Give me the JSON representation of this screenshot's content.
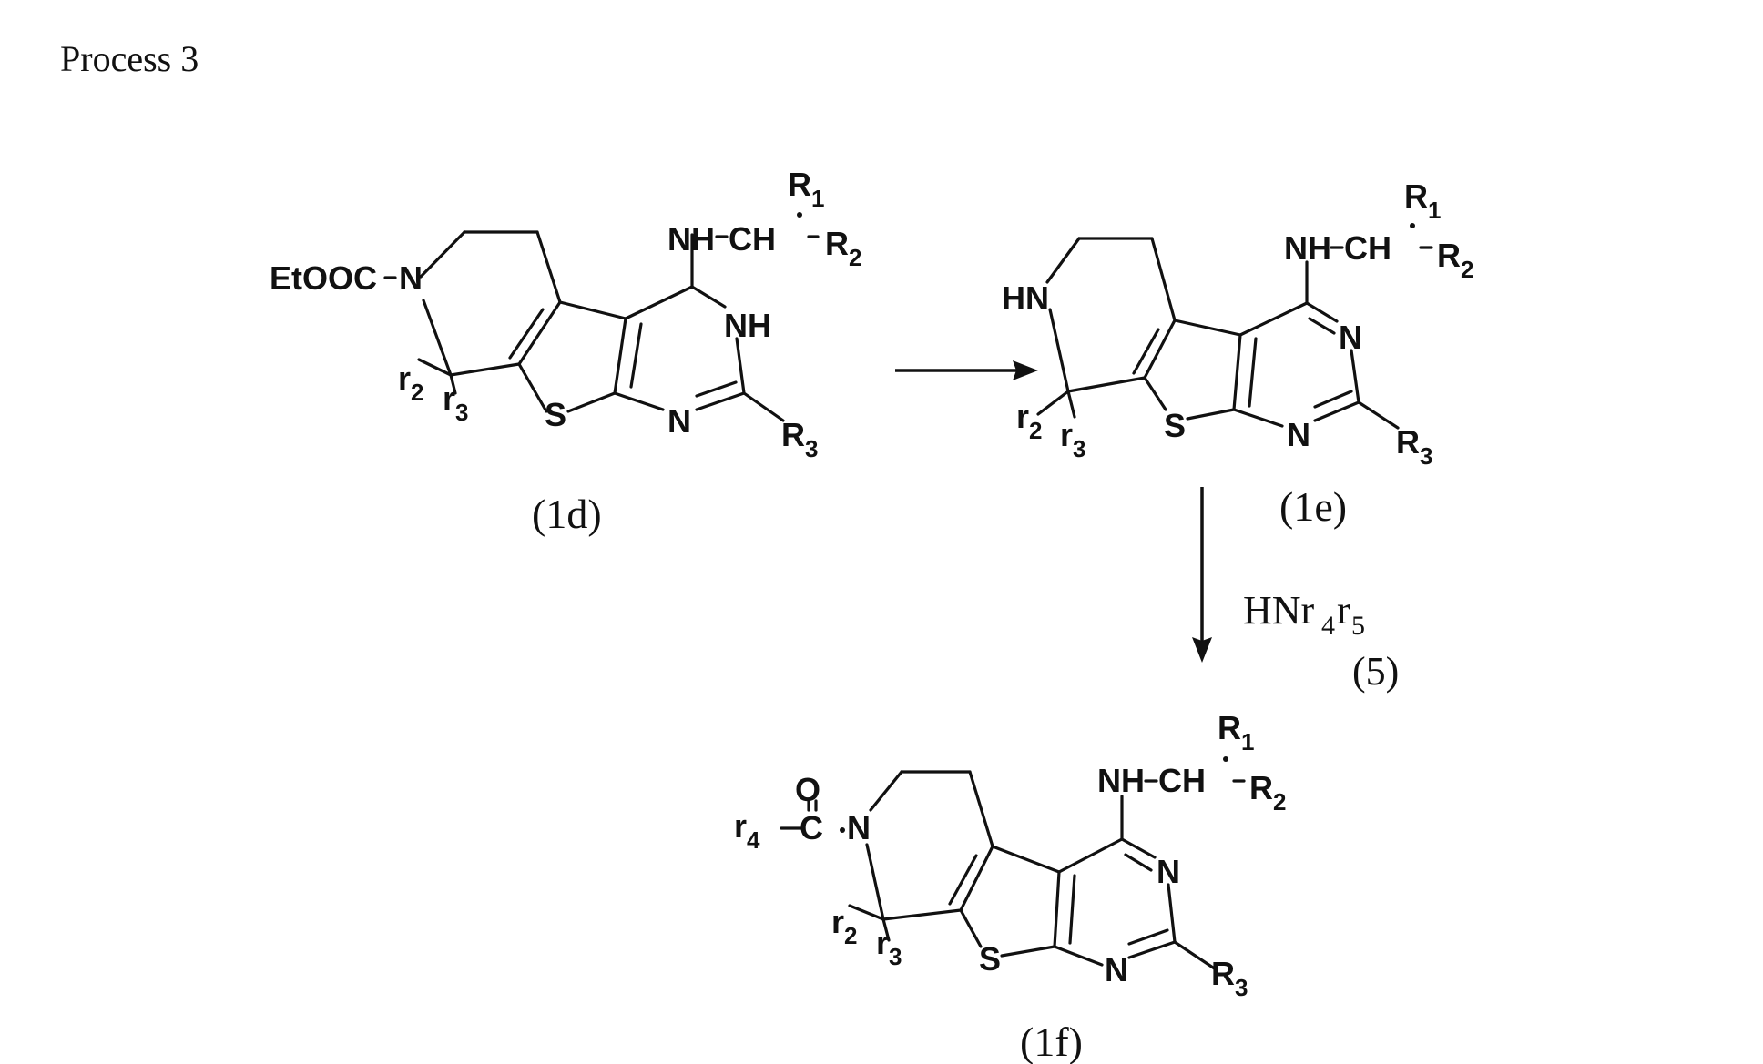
{
  "title": "Process 3",
  "compounds": {
    "c1d": "(1d)",
    "c1e": "(1e)",
    "c1f": "(1f)"
  },
  "reagent": {
    "main": "HNr",
    "sub4": "4",
    "mid": "r",
    "sub5": "5",
    "number": "(5)"
  },
  "labels": {
    "etooc": "EtOOC",
    "hn": "HN",
    "nh": "NH",
    "ch": "CH",
    "n": "N",
    "s": "S",
    "o": "O",
    "c": "C",
    "R": "R",
    "r": "r",
    "sub1": "1",
    "sub2": "2",
    "sub3": "3",
    "sub4": "4"
  }
}
